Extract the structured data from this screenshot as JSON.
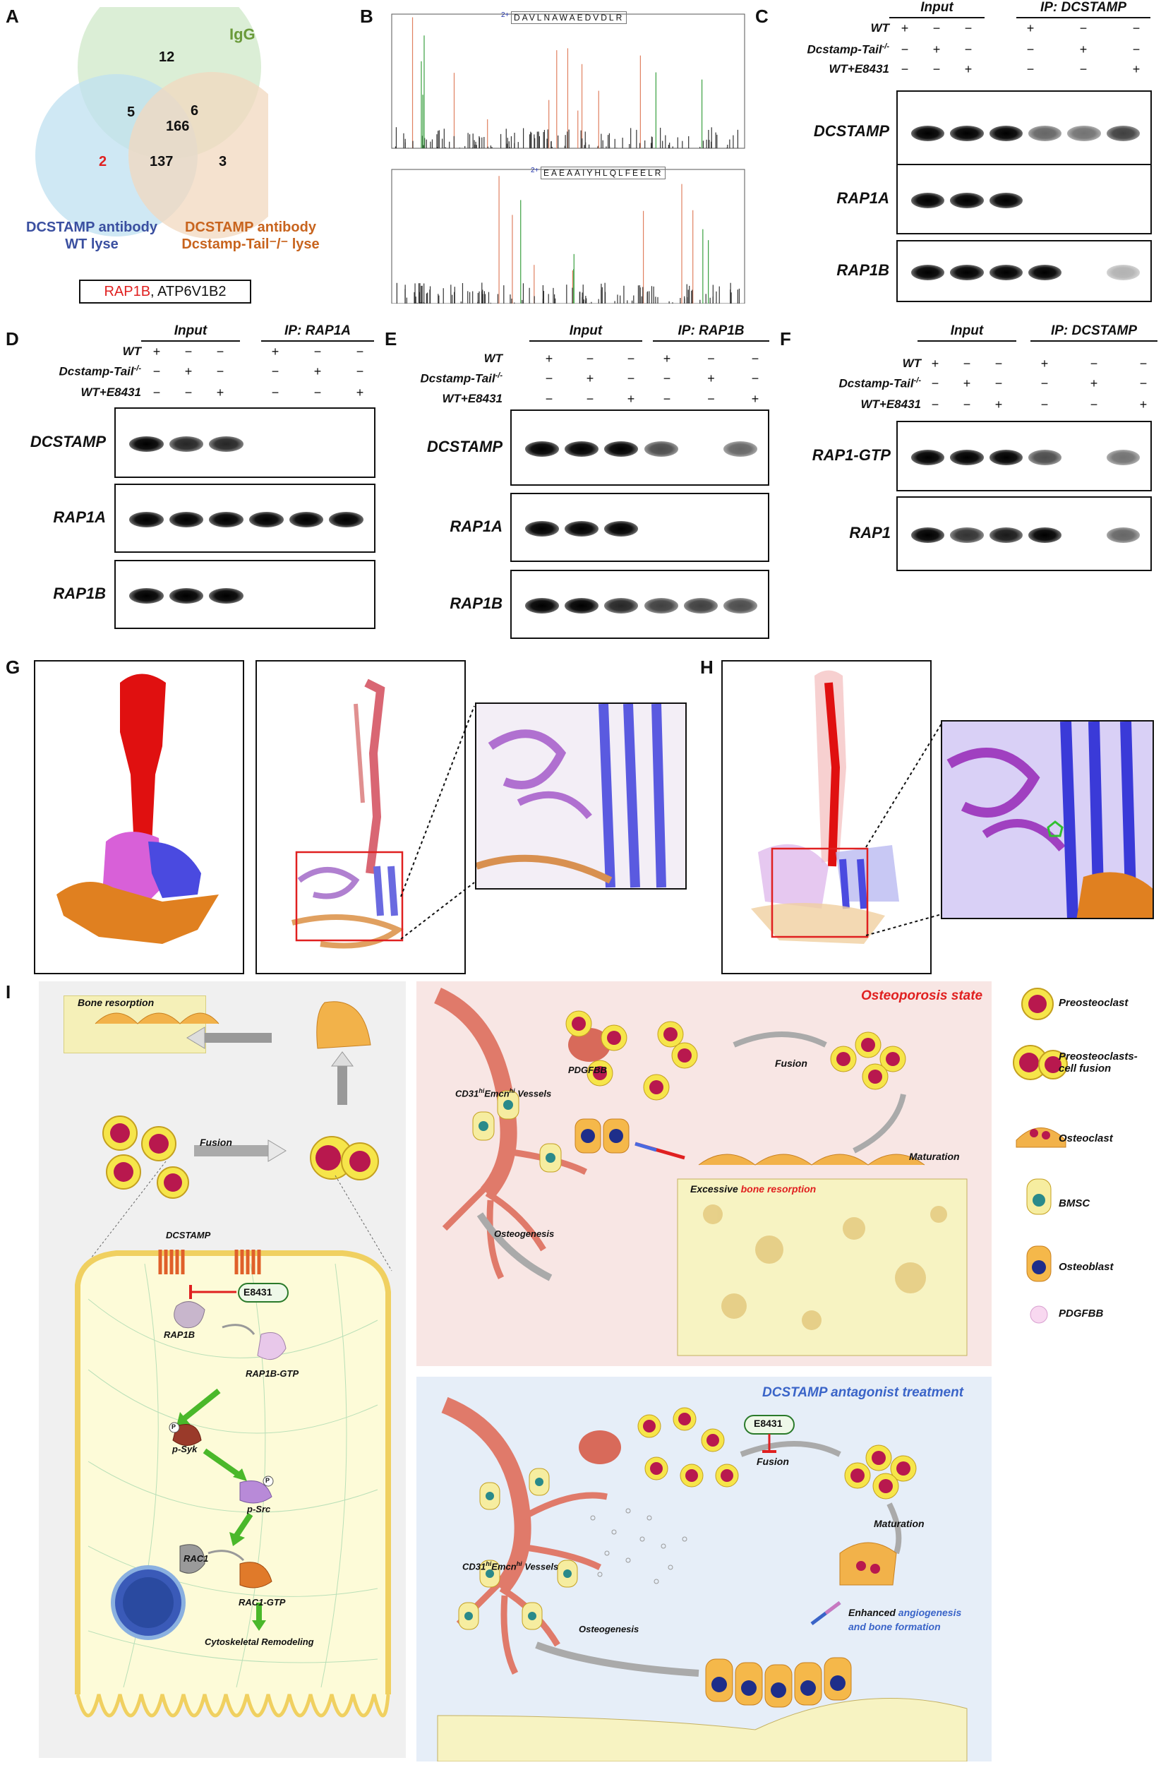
{
  "panels": {
    "A": "A",
    "B": "B",
    "C": "C",
    "D": "D",
    "E": "E",
    "F": "F",
    "G": "G",
    "H": "H",
    "I": "I"
  },
  "venn": {
    "igg_label": "IgG",
    "wt_label_1": "DCSTAMP antibody",
    "wt_label_2": "WT lyse",
    "tail_label_1": "DCSTAMP antibody",
    "tail_label_2": "Dcstamp-Tail⁻/⁻ lyse",
    "n_igg_only": "12",
    "n_igg_wt": "5",
    "n_all": "166",
    "n_igg_tail": "6",
    "n_wt_only": "2",
    "n_wt_tail": "137",
    "n_tail_only": "3",
    "result_red": "RAP1B",
    "result_rest": ", ATP6V1B2",
    "colors": {
      "igg": "#cfe8c8",
      "wt": "#bfe0f0",
      "tail": "#f2d8bf",
      "wt_text": "#3a4fa0",
      "tail_text": "#c8641e",
      "igg_text": "#6a9a3a",
      "red": "#e02020"
    }
  },
  "ms": {
    "peptide_1": "DAVLNAWAEDVDLR",
    "peptide_2": "EAEAAIYHLQLFEELR",
    "charge": "2+"
  },
  "blots": {
    "row_wt": "WT",
    "row_tail": "Dcstamp-Tail",
    "row_tail_sup": "-/-",
    "row_e": "WT+E8431",
    "plus": "+",
    "minus": "−",
    "input": "Input",
    "C": {
      "ip": "IP: DCSTAMP",
      "rows": [
        [
          "+",
          "−",
          "−",
          "+",
          "−",
          "−"
        ],
        [
          "−",
          "+",
          "−",
          "−",
          "+",
          "−"
        ],
        [
          "−",
          "−",
          "+",
          "−",
          "−",
          "+"
        ]
      ],
      "bands": [
        "DCSTAMP",
        "RAP1A",
        "RAP1B"
      ]
    },
    "D": {
      "ip": "IP: RAP1A",
      "rows": [
        [
          "+",
          "−",
          "−",
          "+",
          "−",
          "−"
        ],
        [
          "−",
          "+",
          "−",
          "−",
          "+",
          "−"
        ],
        [
          "−",
          "−",
          "+",
          "−",
          "−",
          "+"
        ]
      ],
      "bands": [
        "DCSTAMP",
        "RAP1A",
        "RAP1B"
      ]
    },
    "E": {
      "ip": "IP: RAP1B",
      "rows": [
        [
          "+",
          "−",
          "−",
          "+",
          "−",
          "−"
        ],
        [
          "−",
          "+",
          "−",
          "−",
          "+",
          "−"
        ],
        [
          "−",
          "−",
          "+",
          "−",
          "−",
          "+"
        ]
      ],
      "bands": [
        "DCSTAMP",
        "RAP1A",
        "RAP1B"
      ]
    },
    "F": {
      "ip": "IP: DCSTAMP",
      "rows": [
        [
          "+",
          "−",
          "−",
          "+",
          "−",
          "−"
        ],
        [
          "−",
          "+",
          "−",
          "−",
          "+",
          "−"
        ],
        [
          "−",
          "−",
          "+",
          "−",
          "−",
          "+"
        ]
      ],
      "bands": [
        "RAP1-GTP",
        "RAP1"
      ]
    }
  },
  "schematic": {
    "bone_resorption": "Bone resorption",
    "fusion": "Fusion",
    "dcstamp": "DCSTAMP",
    "e8431": "E8431",
    "rap1b": "RAP1B",
    "rap1b_gtp": "RAP1B-GTP",
    "psyk": "p-Syk",
    "psrc": "p-Src",
    "rac1": "RAC1",
    "rac1_gtp": "RAC1-GTP",
    "cyto": "Cytoskeletal Remodeling",
    "p": "P",
    "osteo_state": "Osteoporosis state",
    "vessels_pre": "CD31",
    "vessels_hi": "hi",
    "vessels_mid": "Emcn",
    "vessels_post": " Vessels",
    "pdgfbb": "PDGFBB",
    "fusion2": "Fusion",
    "maturation": "Maturation",
    "osteogenesis": "Osteogenesis",
    "excessive_1": "Excessive ",
    "excessive_2": "bone resorption",
    "antagonist": "DCSTAMP antagonist treatment",
    "e8431_b": "E8431",
    "fusion3": "Fusion",
    "maturation2": "Maturation",
    "osteogenesis2": "Osteogenesis",
    "enhanced_1": "Enhanced ",
    "enhanced_2": "angiogenesis",
    "enhanced_3": "and bone formation",
    "legend": [
      "Preosteoclast",
      "Preosteoclasts-cell fusion",
      "Osteoclast",
      "BMSC",
      "Osteoblast",
      "PDGFBB"
    ]
  }
}
